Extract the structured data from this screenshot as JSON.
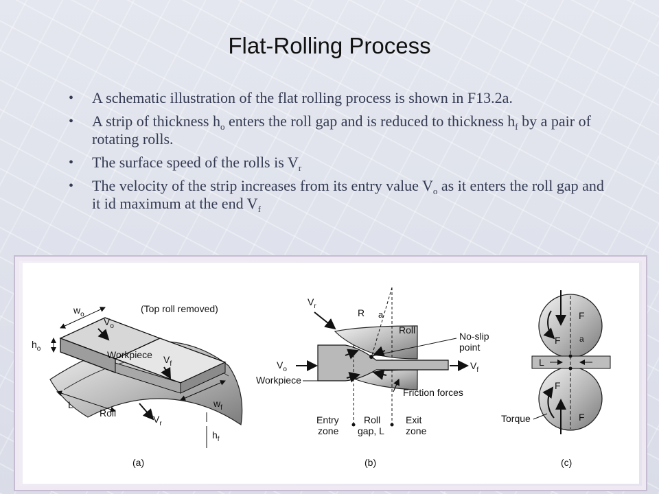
{
  "slide": {
    "title": "Flat-Rolling Process",
    "bullets": [
      {
        "text": "A schematic illustration of the flat rolling process is shown in F13.2a."
      },
      {
        "p1": "A strip of thickness h",
        "s1": "o",
        "p2": " enters the roll gap and is reduced to thickness h",
        "s2": "f",
        "p3": " by a pair of rotating rolls."
      },
      {
        "p1": "The surface speed of the rolls is V",
        "s1": "r"
      },
      {
        "p1": "The velocity of the strip increases from its entry value V",
        "s1": "o",
        "p2": " as it enters the roll gap and it id maximum at the end V",
        "s2": "f"
      }
    ]
  },
  "figure": {
    "a": {
      "caption": "(a)",
      "top_roll_note": "(Top roll removed)",
      "wo": "w",
      "wo_sub": "o",
      "vo": "V",
      "vo_sub": "o",
      "ho": "h",
      "ho_sub": "o",
      "workpiece": "Workpiece",
      "vf": "V",
      "vf_sub": "f",
      "L": "L",
      "roll": "Roll",
      "vr": "V",
      "vr_sub": "r",
      "wf": "w",
      "wf_sub": "f",
      "hf": "h",
      "hf_sub": "f"
    },
    "b": {
      "caption": "(b)",
      "vr": "V",
      "vr_sub": "r",
      "R": "R",
      "alpha": "a",
      "roll": "Roll",
      "no_slip_1": "No-slip",
      "no_slip_2": "point",
      "vo": "V",
      "vo_sub": "o",
      "vf": "V",
      "vf_sub": "f",
      "workpiece": "Workpiece",
      "friction": "Friction forces",
      "entry_1": "Entry",
      "entry_2": "zone",
      "gap_1": "Roll",
      "gap_2": "gap, L",
      "exit_1": "Exit",
      "exit_2": "zone"
    },
    "c": {
      "caption": "(c)",
      "F": "F",
      "alpha": "a",
      "L": "L",
      "torque": "Torque"
    }
  }
}
